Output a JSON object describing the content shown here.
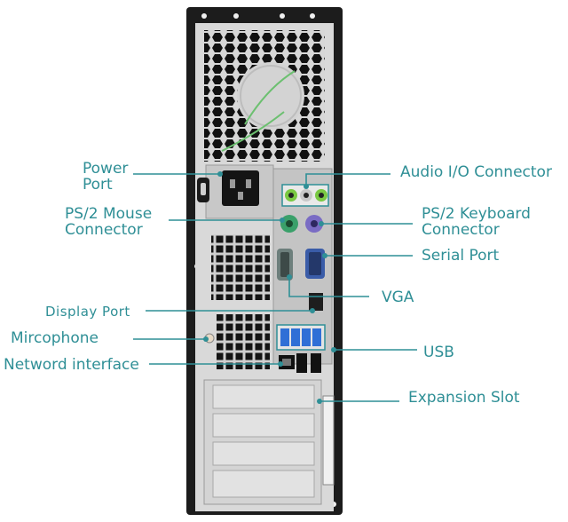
{
  "colors": {
    "label": "#2f8f96",
    "leader": "#2f8f96",
    "case": "#1c1c1c",
    "panel": "#d9d9d9",
    "vent_hole": "#111111",
    "usb_blue": "#2f6fd6",
    "ps2_green": "#3aa06a",
    "ps2_purple": "#7a6cc4",
    "audio_green": "#7ac943"
  },
  "labels": {
    "power_port": [
      "Power",
      "Port"
    ],
    "ps2_mouse": [
      "PS/2 Mouse",
      "Connector"
    ],
    "display_port": "Display Port",
    "microphone": "Mircophone",
    "network": "Netword interface",
    "audio_io": "Audio I/O Connector",
    "ps2_keyboard": [
      "PS/2 Keyboard",
      "Connector"
    ],
    "serial_port": "Serial Port",
    "vga": "VGA",
    "usb": "USB",
    "expansion_slot": "Expansion Slot"
  }
}
